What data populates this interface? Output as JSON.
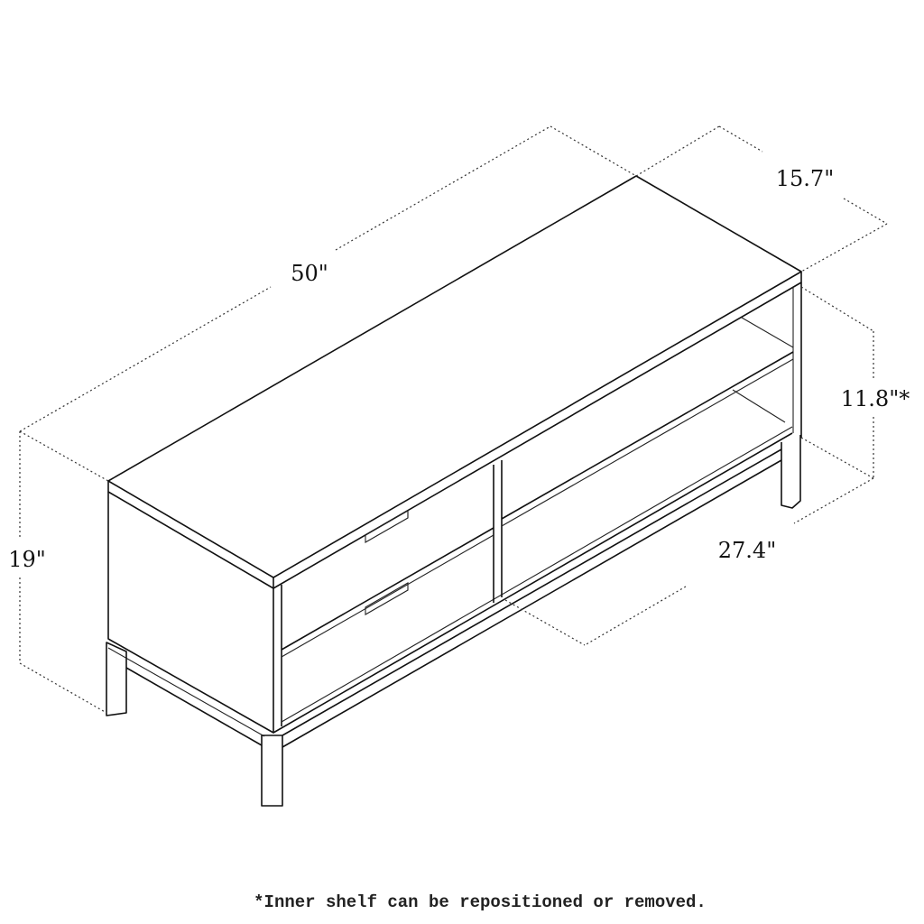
{
  "dimensions": {
    "width": "50\"",
    "depth": "15.7\"",
    "height": "19\"",
    "shelf_height": "11.8\"*",
    "inner_width": "27.4\""
  },
  "footnote": "*Inner shelf can be repositioned or removed."
}
